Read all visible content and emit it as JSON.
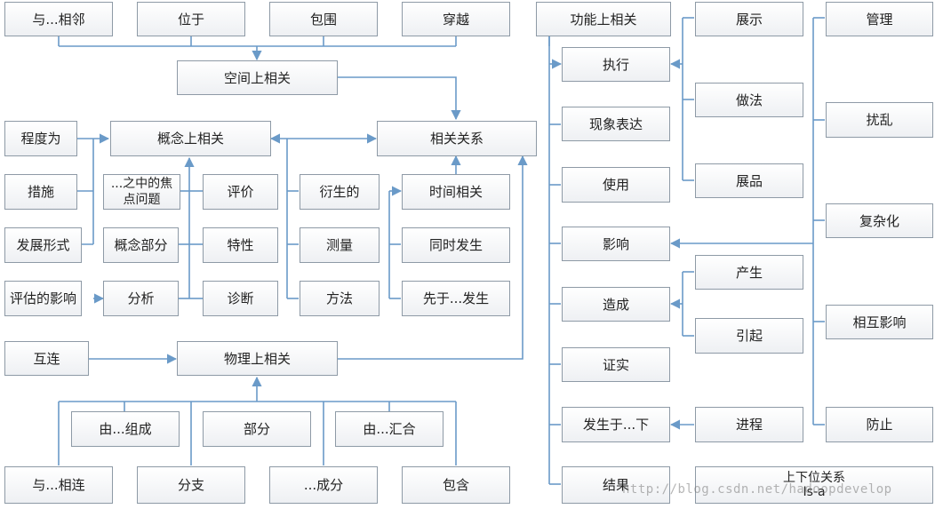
{
  "nodes": {
    "n1": "与...相邻",
    "n2": "位于",
    "n3": "包围",
    "n4": "穿越",
    "space": "空间上相关",
    "chengdu": "程度为",
    "concept": "概念上相关",
    "related": "相关关系",
    "cuoshi": "措施",
    "jiaodian": "...之中的焦\n点问题",
    "pingjia": "评价",
    "yansheng": "衍生的",
    "shijian": "时间相关",
    "fazhan": "发展形式",
    "gainian_bf": "概念部分",
    "texing": "特性",
    "celiang": "测量",
    "tongshi": "同时发生",
    "pinggu": "评估的影响",
    "fenxi": "分析",
    "zhenduan": "诊断",
    "fangfa": "方法",
    "xianyu": "先于...发生",
    "hulian": "互连",
    "physical": "物理上相关",
    "zucheng": "由...组成",
    "bufen": "部分",
    "huihe": "由...汇合",
    "xianglian": "与...相连",
    "fenzhi": "分支",
    "chengfen": "...成分",
    "baohan": "包含",
    "function": "功能上相关",
    "zhanshi": "展示",
    "guanli": "管理",
    "zhixing": "执行",
    "zuofa": "做法",
    "raoluan": "扰乱",
    "xianxiang": "现象表达",
    "shiyong": "使用",
    "zhanpin": "展品",
    "fuzahua": "复杂化",
    "yingxiang": "影响",
    "chansheng": "产生",
    "zaocheng": "造成",
    "xianghu": "相互影响",
    "yinqi": "引起",
    "zhengshi": "证实",
    "fasheng": "发生于...下",
    "jincheng": "进程",
    "fangzhi": "防止",
    "jieguo": "结果",
    "isa": "上下位关系\nIs-a"
  },
  "watermark": "http://blog.csdn.net/hadoopdevelop",
  "colors": {
    "edge": "#6a9ac8",
    "node_border": "#8e9aa6",
    "node_fill": "#eef0f3"
  }
}
